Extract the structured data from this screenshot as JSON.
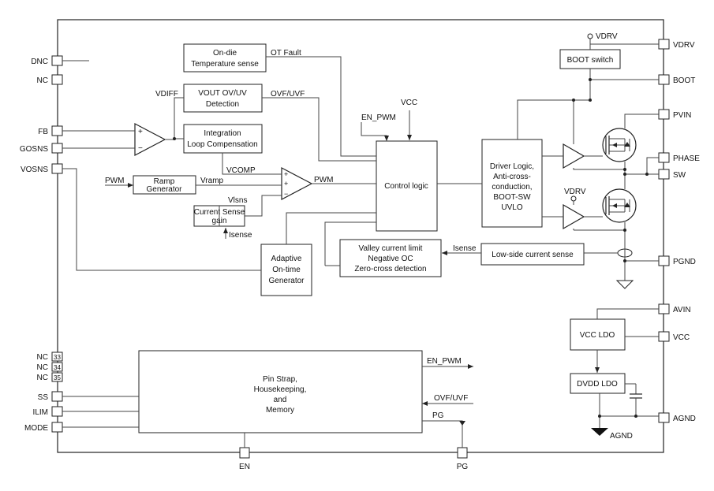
{
  "pins_left": {
    "dnc": "DNC",
    "nc": "NC",
    "fb": "FB",
    "gosns": "GOSNS",
    "vosns": "VOSNS",
    "nc33": "NC",
    "nc34": "NC",
    "nc35": "NC",
    "n33": "33",
    "n34": "34",
    "n35": "35",
    "ss": "SS",
    "ilim": "ILIM",
    "mode": "MODE"
  },
  "pins_right": {
    "vdrv": "VDRV",
    "boot": "BOOT",
    "pvin": "PVIN",
    "phase": "PHASE",
    "sw": "SW",
    "pgnd": "PGND",
    "avin": "AVIN",
    "vcc": "VCC",
    "agnd": "AGND"
  },
  "pins_bottom": {
    "en": "EN",
    "pg": "PG"
  },
  "blocks": {
    "temp_l1": "On-die",
    "temp_l2": "Temperature sense",
    "ovuv_l1": "VOUT OV/UV",
    "ovuv_l2": "Detection",
    "integ_l1": "Integration",
    "integ_l2": "Loop Compensation",
    "ramp_l1": "Ramp",
    "ramp_l2": "Generator",
    "csg_l1": "Current Sense",
    "csg_l2": "gain",
    "control": "Control logic",
    "aot_l1": "Adaptive",
    "aot_l2": "On-time",
    "aot_l3": "Generator",
    "valley_l1": "Valley current limit",
    "valley_l2": "Negative OC",
    "valley_l3": "Zero-cross detection",
    "lscs": "Low-side current sense",
    "driver_l1": "Driver Logic,",
    "driver_l2": "Anti-cross-",
    "driver_l3": "conduction,",
    "driver_l4": "BOOT-SW",
    "driver_l5": "UVLO",
    "boot_switch": "BOOT switch",
    "vcc_ldo": "VCC LDO",
    "dvdd_ldo": "DVDD LDO",
    "pinstrap_l1": "Pin Strap,",
    "pinstrap_l2": "Housekeeping,",
    "pinstrap_l3": "and",
    "pinstrap_l4": "Memory"
  },
  "signals": {
    "ot_fault": "OT Fault",
    "ovf_uvf": "OVF/UVF",
    "vdiff": "VDIFF",
    "vcc": "VCC",
    "en_pwm": "EN_PWM",
    "vcomp": "VCOMP",
    "vramp": "Vramp",
    "vlsns": "Vlsns",
    "pwm_in": "PWM",
    "pwm_out": "PWM",
    "isense": "Isense",
    "isense_ls": "Isense",
    "vdrv_top": "VDRV",
    "vdrv_low": "VDRV",
    "en_pwm_out": "EN_PWM",
    "ovf_uvf_in": "OVF/UVF",
    "pg_out": "PG",
    "agnd_gnd": "AGND"
  },
  "op_signs": {
    "plus": "+",
    "minus": "−"
  }
}
